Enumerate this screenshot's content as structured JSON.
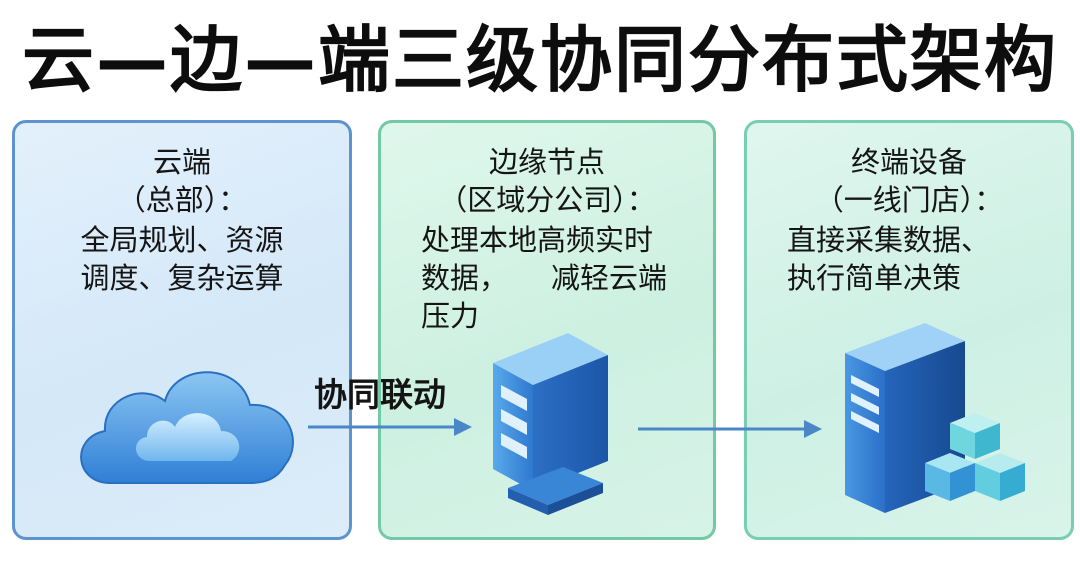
{
  "title": "云—边—端三级协同分布式架构",
  "panels": {
    "cloud": {
      "name": "云端",
      "subtitle": "（总部）：",
      "desc_line1": "全局规划、资源",
      "desc_line2": "调度、复杂运算",
      "icon": "cloud-icon"
    },
    "edge": {
      "name": "边缘节点",
      "subtitle": "（区域分公司）：",
      "desc_line1": "处理本地高频实时",
      "desc_line2a": "数据，",
      "desc_line2b": "减轻云端",
      "desc_line3": "压力",
      "icon": "server-icon"
    },
    "device": {
      "name": "终端设备",
      "subtitle": "（一线门店）：",
      "desc_line1": "直接采集数据、",
      "desc_line2": "执行简单决策",
      "icon": "tower-server-icon"
    }
  },
  "connector": {
    "label": "协同联动"
  },
  "colors": {
    "cloud_border": "#5d94cf",
    "edge_border": "#73c9a6",
    "device_border": "#79cdb2",
    "arrow": "#4a86c8"
  }
}
